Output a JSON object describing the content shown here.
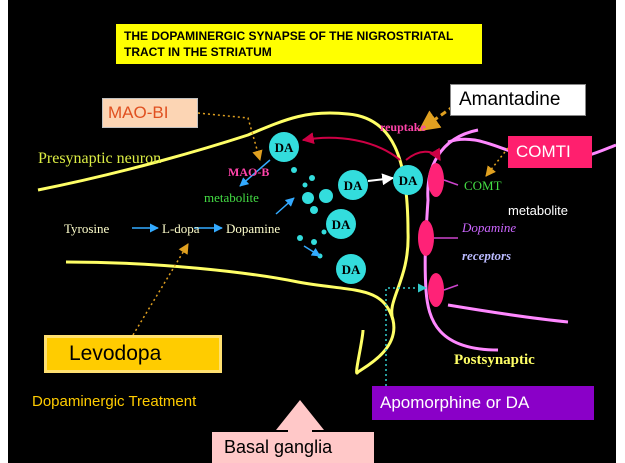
{
  "title": "THE DOPAMINERGIC SYNAPSE OF THE NIGROSTRIATAL TRACT IN THE STRIATUM",
  "boxes": {
    "mao_bi": "MAO-BI",
    "amantadine": "Amantadine",
    "comti": "COMTI",
    "levodopa": "Levodopa",
    "apomorphine": "Apomorphine or DA",
    "basal_ganglia": "Basal ganglia"
  },
  "treatment_label": "Dopaminergic Treatment",
  "labels": {
    "presynaptic": "Presynaptic neuron",
    "postsynaptic": "Postsynaptic",
    "reuptake": "reuptake",
    "mao_b": "MAO-B",
    "metabolite_left": "metabolite",
    "tyrosine": "Tyrosine",
    "ldopa": "L-dopa",
    "dopamine": "Dopamine",
    "comt": "COMT",
    "metabolite_right": "metabolite",
    "dopamine_receptor": "Dopamine",
    "receptors": "receptors"
  },
  "da_label": "DA",
  "colors": {
    "background": "#000000",
    "neuron_outline": "#ffff66",
    "postsynaptic_outline": "#ff88ff",
    "vesicle": "#33dddd",
    "receptor": "#ff2277",
    "pathway_arrow": "#33aaff",
    "reuptake_arrow": "#cc0044",
    "dashed_arrow": "#e0a020",
    "dotted_arrow": "#e0a020",
    "apomorphine_arrow": "#33cccc"
  }
}
